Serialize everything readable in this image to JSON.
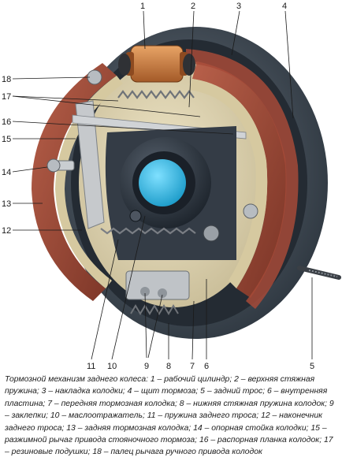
{
  "figure": {
    "callouts": {
      "c1": "1",
      "c2": "2",
      "c3": "3",
      "c4": "4",
      "c5": "5",
      "c6": "6",
      "c7": "7",
      "c8": "8",
      "c9": "9",
      "c10": "10",
      "c11": "11",
      "c12": "12",
      "c13": "13",
      "c14": "14",
      "c15": "15",
      "c16": "16",
      "c17": "17",
      "c18": "18"
    },
    "colors": {
      "drum_rim": "#4a5560",
      "backing_plate": "#d9cfb0",
      "shoe_lining": "#9a4a3a",
      "cylinder": "#c8773e",
      "hub": "#2b3440",
      "hub_cap": "#2fb5e0",
      "lever": "#bfc2c4",
      "spring": "#8a8a8a"
    }
  },
  "caption": {
    "text": "Тормозной механизм заднего колеса: 1 – рабочий цилиндр; 2 – верхняя стяжная пружина; 3 – накладка колодки; 4 – щит тормоза; 5 – задний трос; 6 – внутренняя пластина; 7 – передняя тормозная колодка; 8 – нижняя стяжная пружина колодок; 9 – заклепки; 10 – маслоотражатель; 11 – пружина заднего троса; 12 – наконечник заднего троса; 13 – задняя тормозная колодка; 14 – опорная стойка колодки; 15 – разжимной рычаг привода стояночного тормоза; 16 – распорная планка колодок; 17 – резиновые подушки; 18 – палец рычага ручного привода колодок"
  }
}
